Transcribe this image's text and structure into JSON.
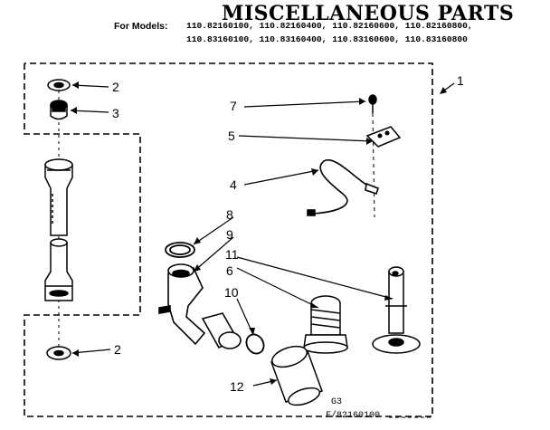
{
  "title": "MISCELLANEOUS PARTS",
  "models": {
    "label": "For Models:",
    "line1": "110.82160100, 110.82160400, 110.82160600, 110.82160800,",
    "line2": "110.83160100, 110.83160400, 110.83160600, 110.83160800"
  },
  "callouts": {
    "c1": "1",
    "c2_top": "2",
    "c3": "3",
    "c7": "7",
    "c5": "5",
    "c4": "4",
    "c8": "8",
    "c9": "9",
    "c11": "11",
    "c6": "6",
    "c10": "10",
    "c2_bottom": "2",
    "c12": "12"
  },
  "footer": {
    "code": "G3",
    "ref": "F/82160100"
  }
}
